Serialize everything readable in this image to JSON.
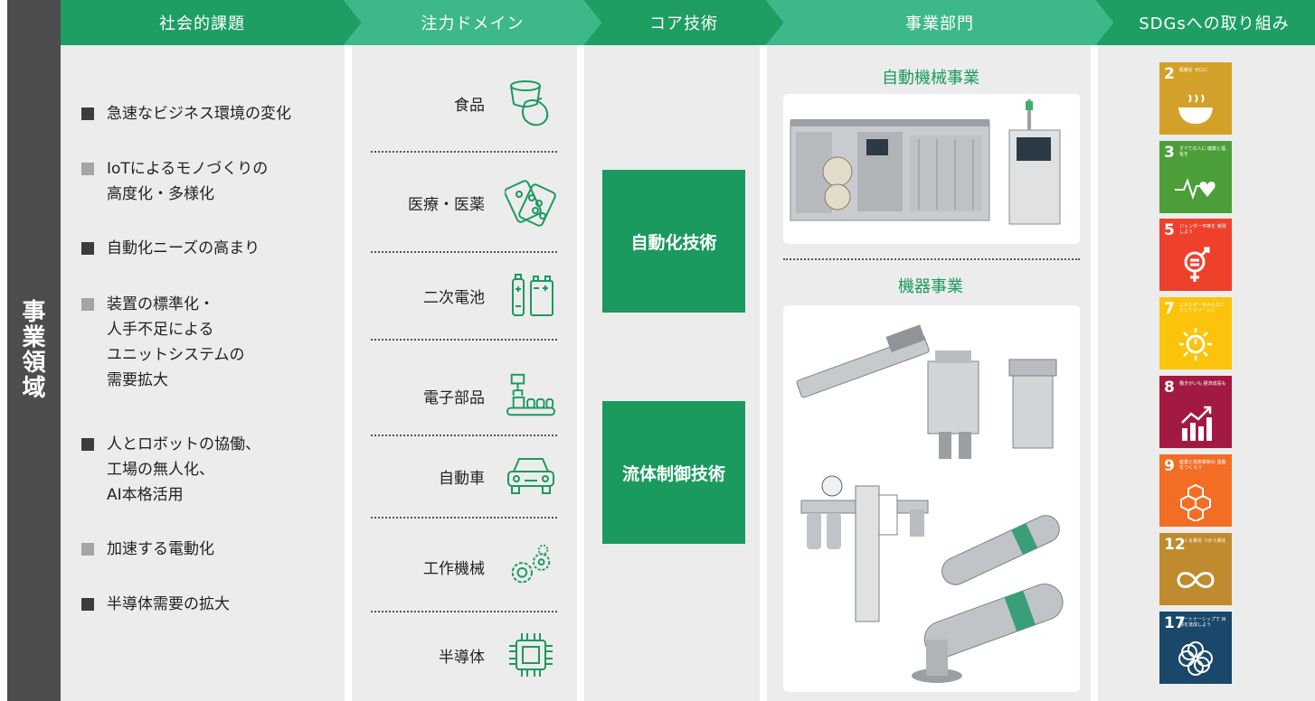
{
  "side_label": "事業領域",
  "headers": [
    "社会的課題",
    "注力ドメイン",
    "コア技術",
    "事業部門",
    "SDGsへの取り組み"
  ],
  "issues": [
    {
      "lines": [
        "急速なビジネス環境の変化"
      ],
      "shade": "dark"
    },
    {
      "lines": [
        "IoTによるモノづくりの",
        "高度化・多様化"
      ],
      "shade": "light"
    },
    {
      "lines": [
        "自動化ニーズの高まり"
      ],
      "shade": "dark"
    },
    {
      "lines": [
        "装置の標準化・",
        "人手不足による",
        "ユニットシステムの",
        "需要拡大"
      ],
      "shade": "light"
    },
    {
      "lines": [
        "人とロボットの協働、",
        "工場の無人化、",
        "AI本格活用"
      ],
      "shade": "dark"
    },
    {
      "lines": [
        "加速する電動化"
      ],
      "shade": "light"
    },
    {
      "lines": [
        "半導体需要の拡大"
      ],
      "shade": "dark"
    }
  ],
  "domains": [
    {
      "label": "食品",
      "icon": "food-cup-icon"
    },
    {
      "label": "医療・医薬",
      "icon": "pill-blister-icon"
    },
    {
      "label": "二次電池",
      "icon": "battery-icon"
    },
    {
      "label": "電子部品",
      "icon": "robot-arm-conveyor-icon"
    },
    {
      "label": "自動車",
      "icon": "car-icon"
    },
    {
      "label": "工作機械",
      "icon": "gears-icon"
    },
    {
      "label": "半導体",
      "icon": "chip-icon"
    }
  ],
  "core_tech": [
    "自動化技術",
    "流体制御技術"
  ],
  "business": {
    "automation_title": "自動機械事業",
    "equipment_title": "機器事業"
  },
  "sdgs": [
    {
      "num": "2",
      "text": "飢餓を ゼロに",
      "color": "#d3a029",
      "icon": "bowl-icon"
    },
    {
      "num": "3",
      "text": "すべての人に 健康と福祉を",
      "color": "#4c9f38",
      "icon": "heartbeat-icon"
    },
    {
      "num": "5",
      "text": "ジェンダー平等を 実現しよう",
      "color": "#ef402b",
      "icon": "gender-equality-icon"
    },
    {
      "num": "7",
      "text": "エネルギーをみんなに そしてクリーンに",
      "color": "#fbc30a",
      "icon": "power-sun-icon"
    },
    {
      "num": "8",
      "text": "働きがいも 経済成長も",
      "color": "#a21942",
      "icon": "growth-chart-icon"
    },
    {
      "num": "9",
      "text": "産業と技術革新の 基盤をつくろう",
      "color": "#f36d25",
      "icon": "cubes-icon"
    },
    {
      "num": "12",
      "text": "つくる責任 つかう責任",
      "color": "#bf8b2e",
      "icon": "infinity-icon"
    },
    {
      "num": "17",
      "text": "パートナーシップで 目標を達成しよう",
      "color": "#19486a",
      "icon": "flower-rings-icon"
    }
  ]
}
